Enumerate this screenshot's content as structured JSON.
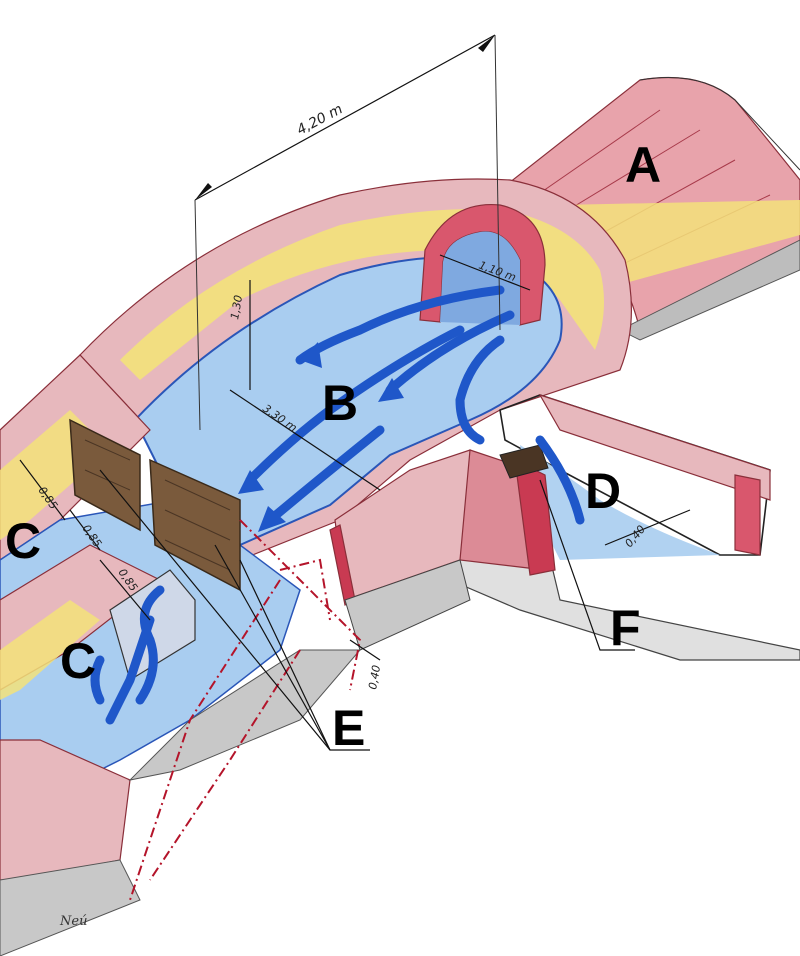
{
  "labels": {
    "A": "A",
    "B": "B",
    "C_upper": "C",
    "C_lower": "C",
    "D": "D",
    "E": "E",
    "F": "F"
  },
  "dimensions": {
    "chamber_length": "4,20 m",
    "chamber_width": "3,30 m",
    "height": "1,30",
    "arch_width": "1,10 m",
    "channel_a": "0,85",
    "channel_b": "0,85",
    "channel_c": "0,85",
    "step": "0,40",
    "side_channel": "0,40"
  },
  "signature": "Neú",
  "colors": {
    "water": "#a9cdf0",
    "flow_arrows": "#1f57c9",
    "brick": "#d98a93",
    "brick_dark": "#c93a52",
    "sand": "#f3e27a",
    "gate_wood": "#7a5a3c",
    "stone": "#c8c8c8"
  }
}
